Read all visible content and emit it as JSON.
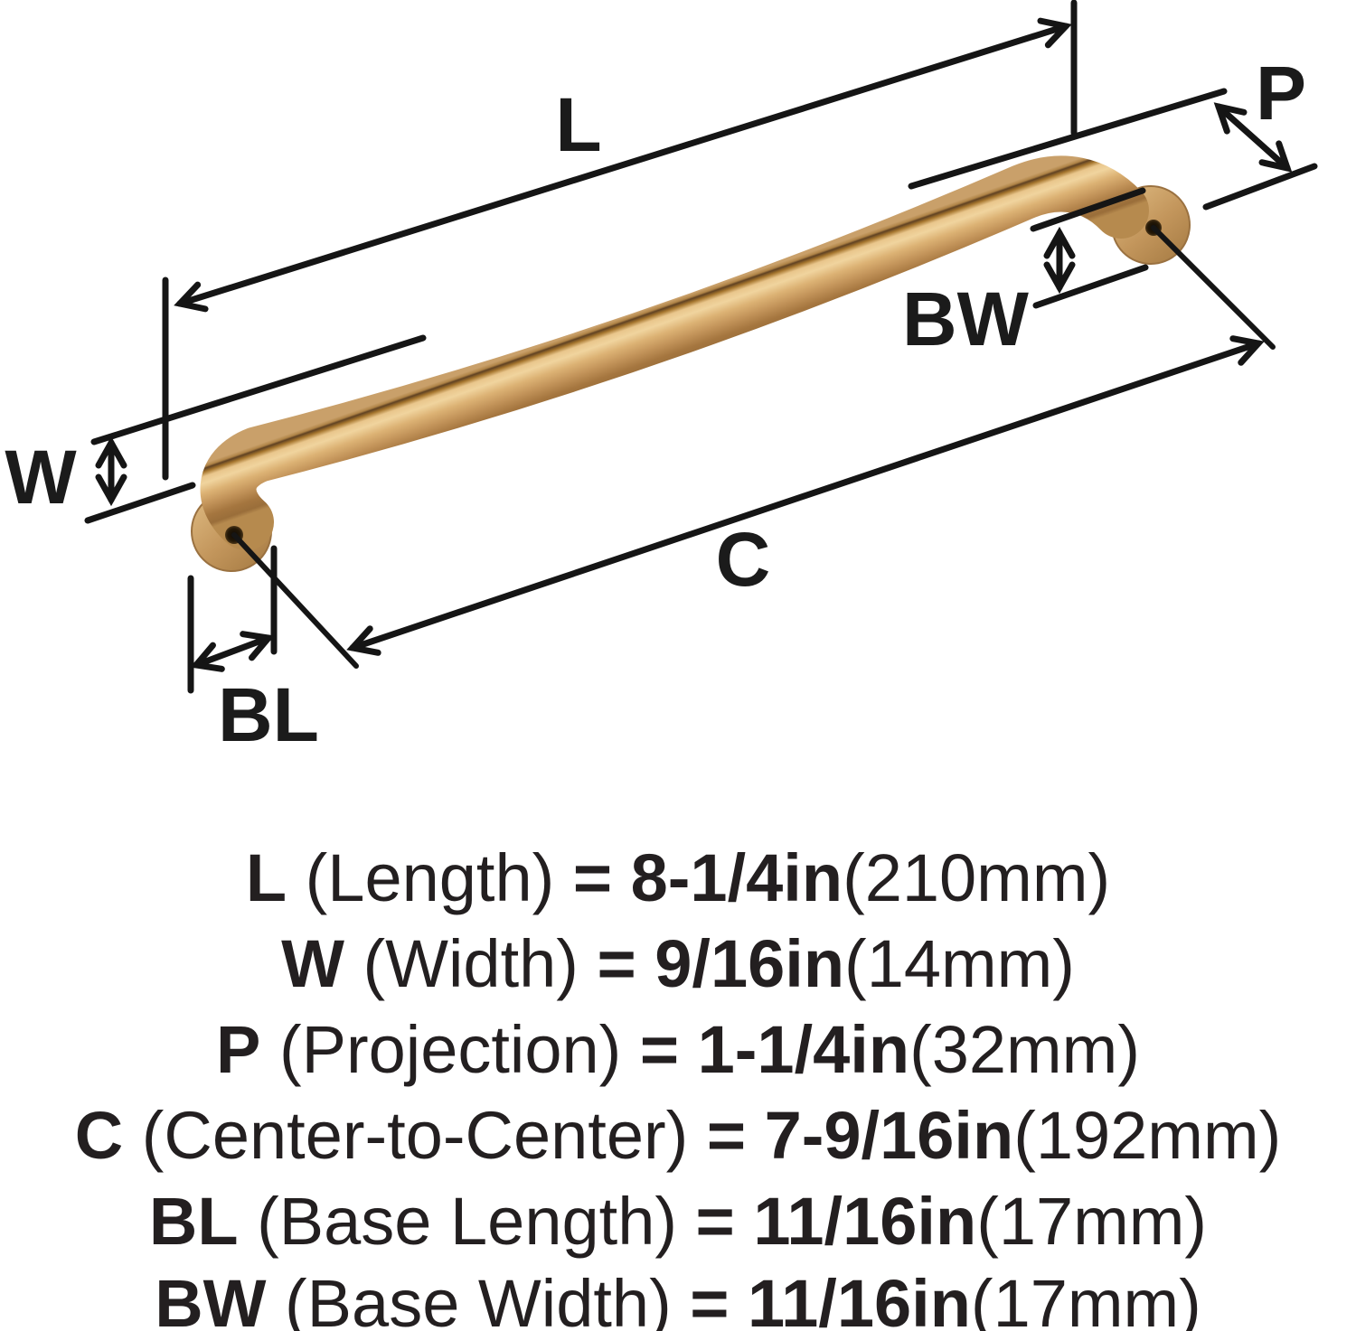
{
  "diagram": {
    "title": "Cabinet pull hardware dimension diagram",
    "labels": {
      "length": "L",
      "width": "W",
      "projection": "P",
      "center_to_center": "C",
      "base_length": "BL",
      "base_width": "BW"
    },
    "colors": {
      "dimension_line": "#151515",
      "text": "#231f20",
      "bronze_highlight": "#f0d49e",
      "bronze_mid": "#c3945a",
      "bronze_shadow": "#9a6e3a",
      "bronze_dark_edge": "#5f4122"
    }
  },
  "specs": [
    {
      "code": "L",
      "desc": " (Length) ",
      "value": "= 8-1/4in",
      "metric": "(210mm)"
    },
    {
      "code": "W",
      "desc": " (Width) ",
      "value": "= 9/16in",
      "metric": "(14mm)"
    },
    {
      "code": "P",
      "desc": " (Projection) ",
      "value": "= 1-1/4in",
      "metric": "(32mm)"
    },
    {
      "code": "C",
      "desc": " (Center-to-Center) ",
      "value": "= 7-9/16in",
      "metric": "(192mm)"
    },
    {
      "code": "BL",
      "desc": " (Base Length) ",
      "value": "= 11/16in",
      "metric": "(17mm)"
    },
    {
      "code": "BW",
      "desc": " (Base Width) ",
      "value": "= 11/16in",
      "metric": "(17mm)"
    }
  ]
}
